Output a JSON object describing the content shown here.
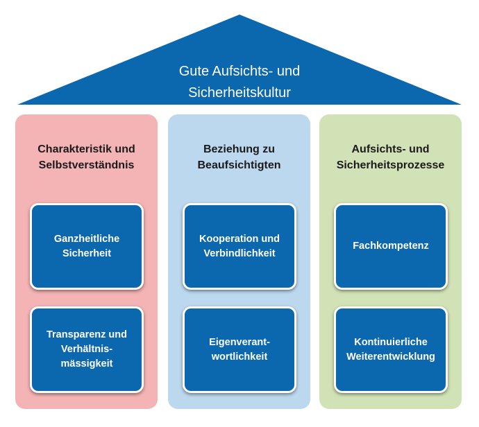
{
  "roof": {
    "title": "Gute Aufsichts- und\nSicherheitskultur",
    "color": "#0b67ae"
  },
  "pillars": [
    {
      "title": "Charakteristik  und\nSelbstverständnis",
      "color": "#f4b3b4",
      "boxes": [
        "Ganzheitliche\nSicherheit",
        "Transparenz und\nVerhältnis-\nmässigkeit"
      ]
    },
    {
      "title": "Beziehung zu\nBeaufsichtigten",
      "color": "#bcd8ef",
      "boxes": [
        "Kooperation und\nVerbindlichkeit",
        "Eigenverant-\nwortlichkeit"
      ]
    },
    {
      "title": "Aufsichts-  und\nSicherheitsprozesse",
      "color": "#d1e2b7",
      "boxes": [
        "Fachkompetenz",
        "Kontinuierliche\nWeiterentwicklung"
      ]
    }
  ]
}
